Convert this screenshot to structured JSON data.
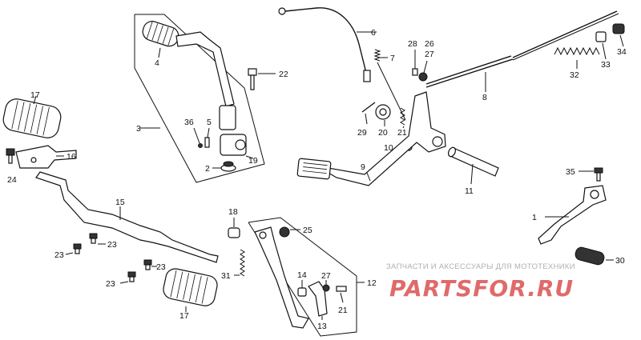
{
  "callouts": [
    "1",
    "2",
    "3",
    "4",
    "5",
    "6",
    "7",
    "8",
    "9",
    "10",
    "11",
    "12",
    "13",
    "14",
    "15",
    "16",
    "17",
    "17",
    "19",
    "20",
    "21",
    "21",
    "22",
    "23",
    "23",
    "23",
    "23",
    "24",
    "25",
    "26",
    "27",
    "27",
    "28",
    "29",
    "30",
    "31",
    "32",
    "33",
    "34",
    "35",
    "36",
    "18"
  ],
  "watermark": {
    "caption": "ЗАПЧАСТИ И АКСЕССУАРЫ ДЛЯ МОТОТЕХНИКИ",
    "logo": "PARTSFOR.RU",
    "caption_color": "#b0b0b0",
    "logo_color": "#e06a6a"
  }
}
